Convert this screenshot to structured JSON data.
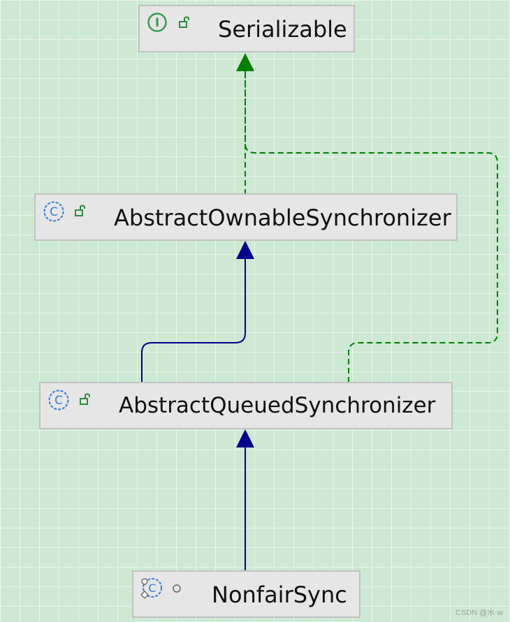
{
  "nodes": {
    "serializable": {
      "label": "Serializable",
      "kind": "interface",
      "visibility": "public"
    },
    "abstract_ownable": {
      "label": "AbstractOwnableSynchronizer",
      "kind": "class",
      "visibility": "public"
    },
    "abstract_queued": {
      "label": "AbstractQueuedSynchronizer",
      "kind": "class",
      "visibility": "public"
    },
    "nonfair_sync": {
      "label": "NonfairSync",
      "kind": "class",
      "visibility": "package-private"
    }
  },
  "edges": [
    {
      "from": "abstract_ownable",
      "to": "serializable",
      "type": "implements"
    },
    {
      "from": "abstract_queued",
      "to": "serializable",
      "type": "implements"
    },
    {
      "from": "abstract_queued",
      "to": "abstract_ownable",
      "type": "extends"
    },
    {
      "from": "nonfair_sync",
      "to": "abstract_queued",
      "type": "extends"
    }
  ],
  "colors": {
    "implements": "#008000",
    "extends": "#00008b",
    "interface_icon": "#3a9a52",
    "class_icon": "#3a7bd5",
    "lock_icon": "#2e8b3e"
  },
  "watermark": "CSDN @水-w"
}
